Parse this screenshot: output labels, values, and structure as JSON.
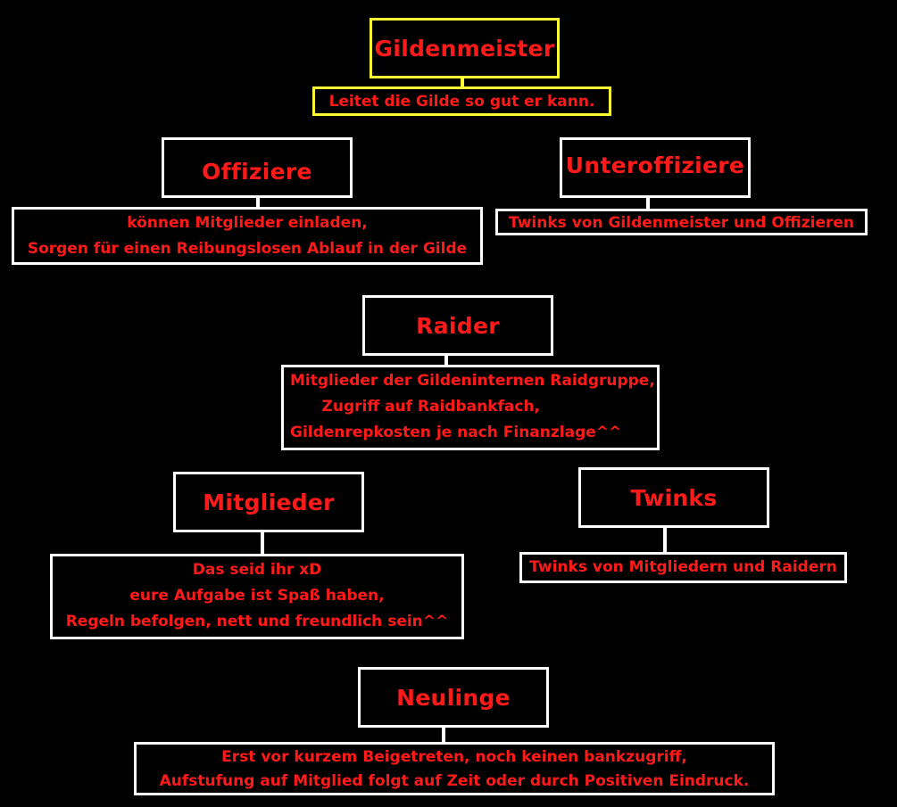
{
  "nodes": {
    "gildenmeister": {
      "title": "Gildenmeister",
      "desc": [
        "Leitet die Gilde so gut er kann."
      ]
    },
    "offiziere": {
      "title": "Offiziere",
      "desc": [
        "können Mitglieder einladen,",
        "Sorgen für einen Reibungslosen Ablauf in der Gilde"
      ]
    },
    "unteroffiziere": {
      "title": "Unteroffiziere",
      "desc": [
        "Twinks von Gildenmeister und Offizieren"
      ]
    },
    "raider": {
      "title": "Raider",
      "desc": [
        "Mitglieder der Gildeninternen Raidgruppe,",
        "      Zugriff auf Raidbankfach,",
        "Gildenrepkosten je nach Finanzlage^^"
      ]
    },
    "mitglieder": {
      "title": "Mitglieder",
      "desc": [
        "Das seid ihr xD",
        "eure Aufgabe ist Spaß haben,",
        "Regeln befolgen, nett und freundlich sein^^"
      ]
    },
    "twinks": {
      "title": "Twinks",
      "desc": [
        "Twinks von Mitgliedern und Raidern"
      ]
    },
    "neulinge": {
      "title": "Neulinge",
      "desc": [
        "Erst vor kurzem Beigetreten, noch keinen bankzugriff,",
        "Aufstufung auf Mitglied folgt auf Zeit oder durch Positiven Eindruck."
      ]
    }
  },
  "colors": {
    "background": "#000000",
    "text": "#ff1a1a",
    "border": "#ffffff",
    "leader_border": "#ffff33"
  }
}
